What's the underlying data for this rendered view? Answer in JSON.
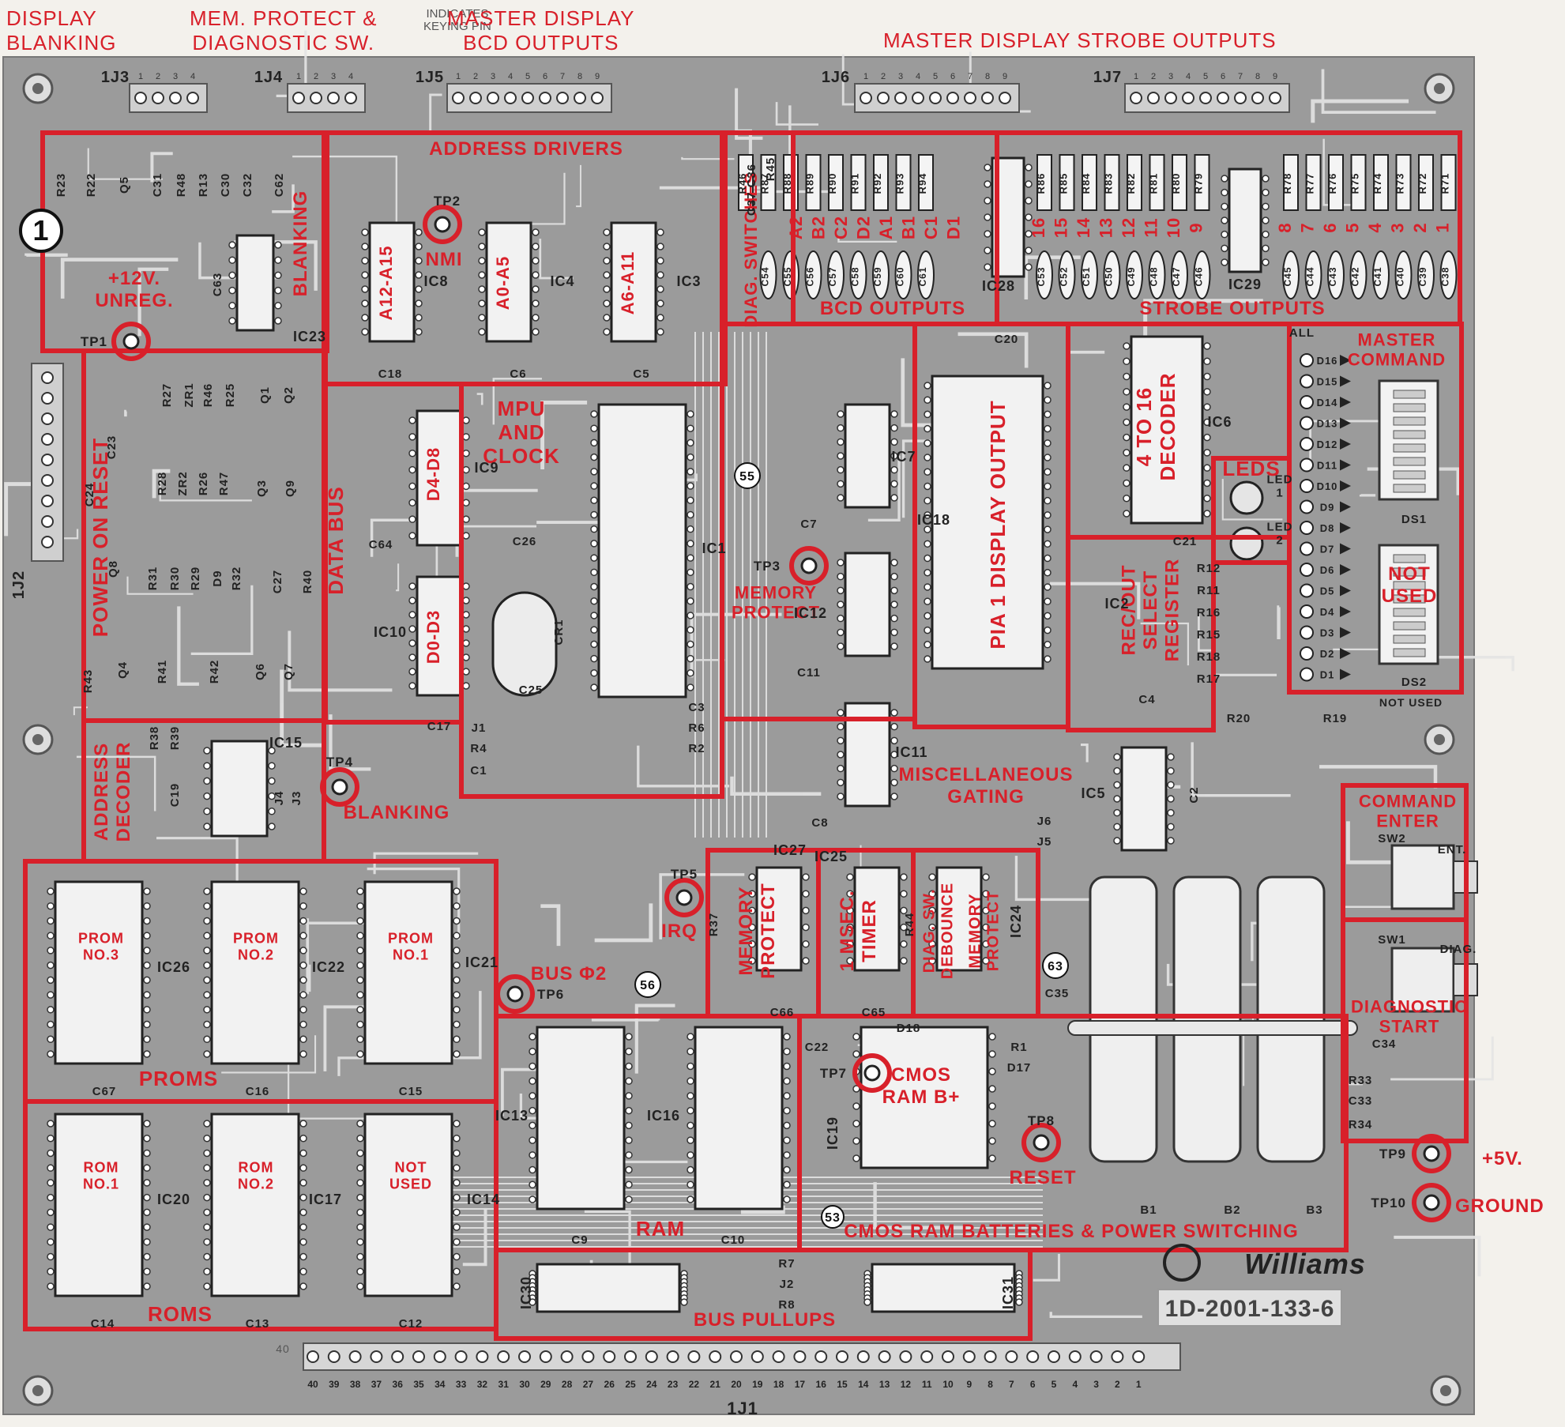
{
  "header_labels": {
    "display_blanking": "DISPLAY\nBLANKING",
    "mem_protect": "MEM. PROTECT &\nDIAGNOSTIC SW.",
    "indicates_keying_pin": "INDICATES\nKEYING PIN",
    "master_display_bcd": "MASTER DISPLAY\nBCD OUTPUTS",
    "master_strobe": "MASTER DISPLAY STROBE OUTPUTS"
  },
  "connectors": {
    "top": [
      "1J3",
      "1J4",
      "1J5",
      "1J6",
      "1J7"
    ],
    "side": "1J2",
    "bottom": "1J1",
    "bottom_pins": [
      "40",
      "39",
      "38",
      "37",
      "36",
      "35",
      "34",
      "33",
      "32",
      "31",
      "30",
      "29",
      "28",
      "27",
      "26",
      "25",
      "24",
      "23",
      "22",
      "21",
      "20",
      "19",
      "18",
      "17",
      "16",
      "15",
      "14",
      "13",
      "12",
      "11",
      "10",
      "9",
      "8",
      "7",
      "6",
      "5",
      "4",
      "3",
      "2",
      "1"
    ],
    "bottom_end_pin": "40"
  },
  "sections": {
    "blanking": "BLANKING",
    "unreg": "+12V.\nUNREG.",
    "address_drivers": "ADDRESS DRIVERS",
    "switches": "DIAG. SWITCHES",
    "bcd_outputs": "BCD OUTPUTS",
    "strobe_outputs": "STROBE OUTPUTS",
    "power_on_reset": "POWER ON RESET",
    "data_bus": "DATA BUS",
    "mpu": "MPU\nAND\nCLOCK",
    "memory_protect": "MEMORY\nPROTECT",
    "pia_display": "PIA 1 DISPLAY OUTPUT",
    "decoder": "4 TO 16\nDECODER",
    "leds": "LEDS",
    "rec_out": "REC/OUT\nSELECT\nREGISTER",
    "master_command": "MASTER\nCOMMAND",
    "not_used": "NOT\nUSED",
    "address_decoder": "ADDRESS\nDECODER",
    "blanking_tp": "BLANKING",
    "misc_gating": "MISCELLANEOUS\nGATING",
    "command_enter": "COMMAND\nENTER",
    "memory_protect2": "MEMORY\nPROTECT",
    "msec_timer": "1 MSEC.\nTIMER",
    "diag_debounce": "DIAG. SW.\nDEBOUNCE",
    "memory_protect3": "MEMORY\nPROTECT",
    "diagnostic_start": "DIAGNOSTIC\nSTART",
    "proms": "PROMS",
    "prom3": "PROM\nNO.3",
    "prom2": "PROM\nNO.2",
    "prom1": "PROM\nNO.1",
    "bus_02": "BUS Φ2",
    "cmos_ram": "CMOS\nRAM B+",
    "reset": "RESET",
    "ram": "RAM",
    "roms": "ROMS",
    "rom1": "ROM\nNO.1",
    "rom2": "ROM\nNO.2",
    "not_used_rom": "NOT\nUSED",
    "batteries": "CMOS RAM BATTERIES & POWER SWITCHING",
    "bus_pullups": "BUS PULLUPS",
    "plus5": "+5V.",
    "ground": "GROUND",
    "ds2_not_used": "NOT USED"
  },
  "test_points": [
    "TP1",
    "TP2",
    "TP3",
    "TP4",
    "TP5",
    "TP6",
    "TP7",
    "TP8",
    "TP9",
    "TP10"
  ],
  "tp_labels": {
    "TP2": "NMI",
    "TP5": "IRQ"
  },
  "ics": {
    "IC1": "IC1",
    "IC2": "IC2",
    "IC3": "IC3",
    "IC4": "IC4",
    "IC5": "IC5",
    "IC6": "IC6",
    "IC7": "IC7",
    "IC8": "IC8",
    "IC9": "IC9",
    "IC10": "IC10",
    "IC11": "IC11",
    "IC12": "IC12",
    "IC13": "IC13",
    "IC14": "IC14",
    "IC15": "IC15",
    "IC16": "IC16",
    "IC17": "IC17",
    "IC18": "IC18",
    "IC19": "IC19",
    "IC20": "IC20",
    "IC21": "IC21",
    "IC22": "IC22",
    "IC23": "IC23",
    "IC24": "IC24",
    "IC25": "IC25",
    "IC26": "IC26",
    "IC27": "IC27",
    "IC28": "IC28",
    "IC29": "IC29",
    "IC30": "IC30",
    "IC31": "IC31"
  },
  "chip_labels": {
    "ic8": "A12-A15",
    "ic4": "A0-A5",
    "ic3": "A6-A11",
    "ic9": "D4-D8",
    "ic10": "D0-D3"
  },
  "bcd_labels": [
    "A2",
    "B2",
    "C2",
    "D2",
    "A1",
    "B1",
    "C1",
    "D1"
  ],
  "strobe_labels": [
    "16",
    "15",
    "14",
    "13",
    "12",
    "11",
    "10",
    "9",
    "8",
    "7",
    "6",
    "5",
    "4",
    "3",
    "2",
    "1"
  ],
  "bcd_resistors": [
    "R46",
    "R87",
    "R88",
    "R89",
    "R90",
    "R91",
    "R92",
    "R93",
    "R94"
  ],
  "strobe_resistors": [
    "R86",
    "R85",
    "R84",
    "R83",
    "R82",
    "R81",
    "R80",
    "R79",
    "R78",
    "R77",
    "R76",
    "R75",
    "R74",
    "R73",
    "R72",
    "R71"
  ],
  "bcd_caps": [
    "C54",
    "C55",
    "C56",
    "C57",
    "C58",
    "C59",
    "C60",
    "C61"
  ],
  "strobe_caps": [
    "C53",
    "C52",
    "C51",
    "C50",
    "C49",
    "C48",
    "C47",
    "C46",
    "C45",
    "C44",
    "C43",
    "C42",
    "C41",
    "C40",
    "C39",
    "C38"
  ],
  "small_labels": {
    "c37_c36": "C37 C36",
    "r45": "R45",
    "c18": "C18",
    "c6": "C6",
    "c5": "C5",
    "c20": "C20",
    "c7": "C7",
    "c64": "C64",
    "c26": "C26",
    "cr1": "CR1",
    "c25": "C25",
    "c17": "C17",
    "c3": "C3",
    "r6": "R6",
    "r2": "R2",
    "j1": "J1",
    "r4": "R4",
    "c1": "C1",
    "c11": "C11",
    "c21": "C21",
    "c4": "C4",
    "r20": "R20",
    "r19": "R19",
    "c19": "C19",
    "c2": "C2",
    "c8": "C8",
    "j6": "J6",
    "j5": "J5",
    "c66": "C66",
    "c65": "C65",
    "c35": "C35",
    "r37": "R37",
    "r44": "R44",
    "c67": "C67",
    "c16": "C16",
    "c15": "C15",
    "c14": "C14",
    "c13": "C13",
    "c12": "C12",
    "c22": "C22",
    "d18": "D18",
    "r1": "R1",
    "d17": "D17",
    "c9": "C9",
    "c10": "C10",
    "r7": "R7",
    "j2": "J2",
    "r8": "R8",
    "c34": "C34",
    "r33": "R33",
    "c33": "C33",
    "r34": "R34",
    "b1": "B1",
    "b2": "B2",
    "b3": "B3",
    "sw1": "SW1",
    "sw2": "SW2",
    "ent": "ENT.",
    "diag": "DIAG.",
    "ds1": "DS1",
    "ds2": "DS2",
    "r23": "R23",
    "r22": "R22",
    "q5": "Q5",
    "c31": "C31",
    "r48": "R48",
    "r13": "R13",
    "c30": "C30",
    "c32": "C32",
    "c62": "C62",
    "c63": "C63",
    "r27": "R27",
    "zr1": "ZR1",
    "r46b": "R46",
    "r25": "R25",
    "q1": "Q1",
    "q2": "Q2",
    "c23": "C23",
    "c24": "C24",
    "r28": "R28",
    "zr2": "ZR2",
    "r26": "R26",
    "r47": "R47",
    "q3": "Q3",
    "q9": "Q9",
    "q8": "Q8",
    "r31": "R31",
    "r30": "R30",
    "r29": "R29",
    "d9": "D9",
    "r32": "R32",
    "c27": "C27",
    "r40": "R40",
    "r43": "R43",
    "q4": "Q4",
    "r41": "R41",
    "r42": "R42",
    "q6": "Q6",
    "q7": "Q7",
    "r38": "R38",
    "r39": "R39",
    "j4": "J4",
    "j3": "J3",
    "led1": "LED\n1",
    "led2": "LED\n2",
    "r12": "R12",
    "r11": "R11",
    "r16": "R16",
    "r15": "R15",
    "r18": "R18",
    "r17": "R17",
    "all": "ALL"
  },
  "leds_d": [
    "D16",
    "D15",
    "D14",
    "D13",
    "D12",
    "D11",
    "D10",
    "D9",
    "D8",
    "D7",
    "D6",
    "D5",
    "D4",
    "D3",
    "D2",
    "D1"
  ],
  "callouts": [
    "1",
    "55",
    "56",
    "63",
    "53"
  ],
  "brand": {
    "name": "Williams",
    "part": "1D-2001-133-6"
  },
  "colors": {
    "board": "#9a9a9a",
    "trace": "#e6e6e6",
    "outline": "#d8202a",
    "label": "#d8202a"
  }
}
